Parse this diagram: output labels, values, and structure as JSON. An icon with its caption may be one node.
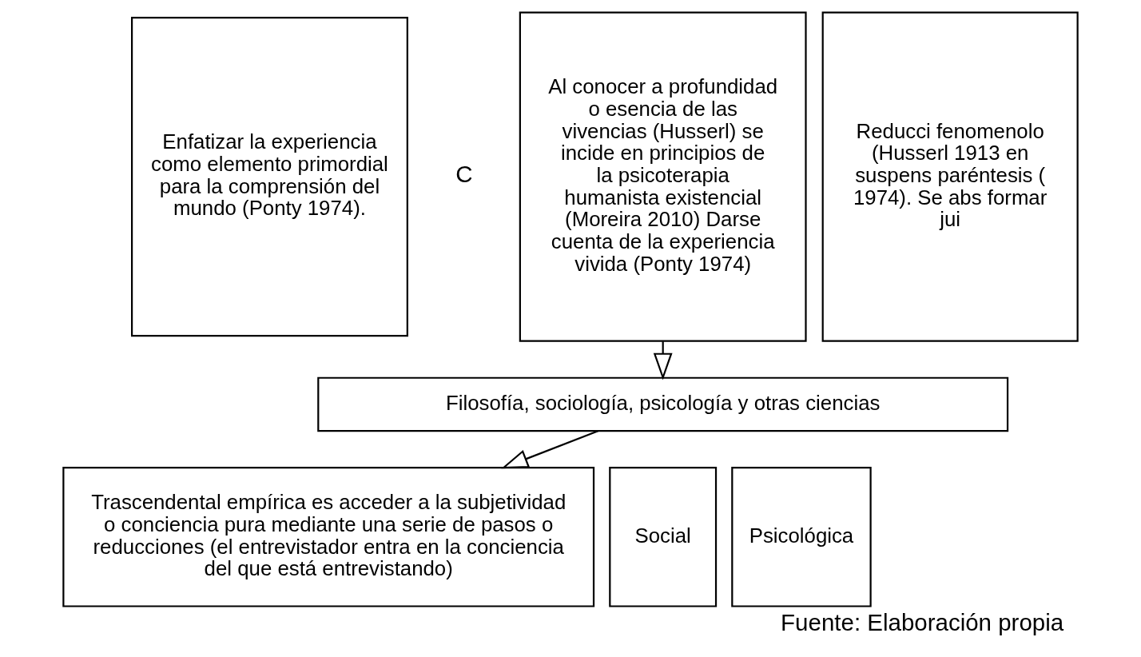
{
  "diagram": {
    "caption": "Fuente: Elaboración propia",
    "nodes": [
      {
        "text": [
          "Enfatizar la experiencia como elemento primordial para la comprensión del mundo (Ponty 1974)."
        ]
      },
      {
        "text": [
          "Al conocer a profundidad o esencia de las vivencias (Husserl) se incide en principios de la psicoterapia humanista existencial (Moreira 2010) Darse cuenta de la experiencia vivida (Ponty 1974)"
        ]
      },
      {
        "text": [
          "Reducci fenomenolo (Husserl 1913 en suspens paréntesis ( 1974). Se abs formar jui"
        ]
      },
      {
        "text": [
          "Filosofía, sociología, psicología y otras ciencias"
        ]
      },
      {
        "text": [
          "Trascendental empírica es acceder a la subjetividad o conciencia pura mediante una serie de pasos o reducciones (el entrevistador entra en la conciencia del que está entrevistando)"
        ]
      },
      {
        "text": [
          "Social"
        ]
      },
      {
        "text": [
          "Psicológica"
        ]
      }
    ],
    "edges": [
      {
        "from": 1,
        "to": 3,
        "arrow": "to"
      },
      {
        "from": 3,
        "to": 4,
        "arrow": "to"
      }
    ],
    "labels": [
      "C"
    ]
  }
}
